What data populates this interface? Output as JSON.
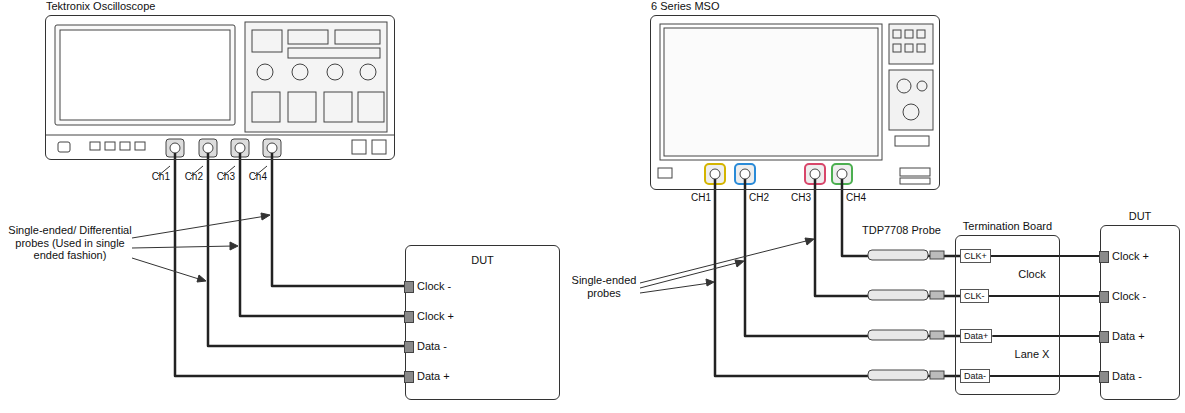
{
  "diagram": {
    "nodes": [
      {
        "text": [
          "Tektronix Oscilloscope"
        ]
      },
      {
        "text": [
          "DUT"
        ]
      },
      {
        "text": [
          "Clock -"
        ],
        "in": 1
      },
      {
        "text": [
          "Clock +"
        ],
        "in": 1
      },
      {
        "text": [
          "Data -"
        ],
        "in": 1
      },
      {
        "text": [
          "Data +"
        ],
        "in": 1
      },
      {
        "text": [
          "6 Series MSO"
        ]
      },
      {
        "text": [
          "Termination Board"
        ]
      },
      {
        "text": [
          "CLK+"
        ],
        "in": 7
      },
      {
        "text": [
          "CLK-"
        ],
        "in": 7
      },
      {
        "text": [
          "Data+"
        ],
        "in": 7
      },
      {
        "text": [
          "Data-"
        ],
        "in": 7
      },
      {
        "text": [
          "DUT"
        ]
      },
      {
        "text": [
          "Clock +"
        ],
        "in": 12
      },
      {
        "text": [
          "Clock -"
        ],
        "in": 12
      },
      {
        "text": [
          "Data +"
        ],
        "in": 12
      },
      {
        "text": [
          "Data -"
        ],
        "in": 12
      }
    ],
    "edges": [
      {
        "from": 0,
        "to": 5,
        "arrow": "none"
      },
      {
        "from": 0,
        "to": 4,
        "arrow": "none"
      },
      {
        "from": 0,
        "to": 3,
        "arrow": "none"
      },
      {
        "from": 0,
        "to": 2,
        "arrow": "none"
      },
      {
        "from": 6,
        "to": 8,
        "arrow": "none"
      },
      {
        "from": 6,
        "to": 9,
        "arrow": "none"
      },
      {
        "from": 6,
        "to": 10,
        "arrow": "none"
      },
      {
        "from": 6,
        "to": 11,
        "arrow": "none"
      },
      {
        "from": 8,
        "to": 13,
        "arrow": "none"
      },
      {
        "from": 9,
        "to": 14,
        "arrow": "none"
      },
      {
        "from": 10,
        "to": 15,
        "arrow": "none"
      },
      {
        "from": 11,
        "to": 16,
        "arrow": "none"
      }
    ],
    "labels": [
      "Ch1",
      "Ch2",
      "Ch3",
      "Ch4",
      "Single-ended/ Differential probes (Used in single ended fashion)",
      "CH1",
      "CH2",
      "CH3",
      "CH4",
      "Single-ended probes",
      "TDP7708 Probe",
      "Clock",
      "Lane X"
    ]
  }
}
